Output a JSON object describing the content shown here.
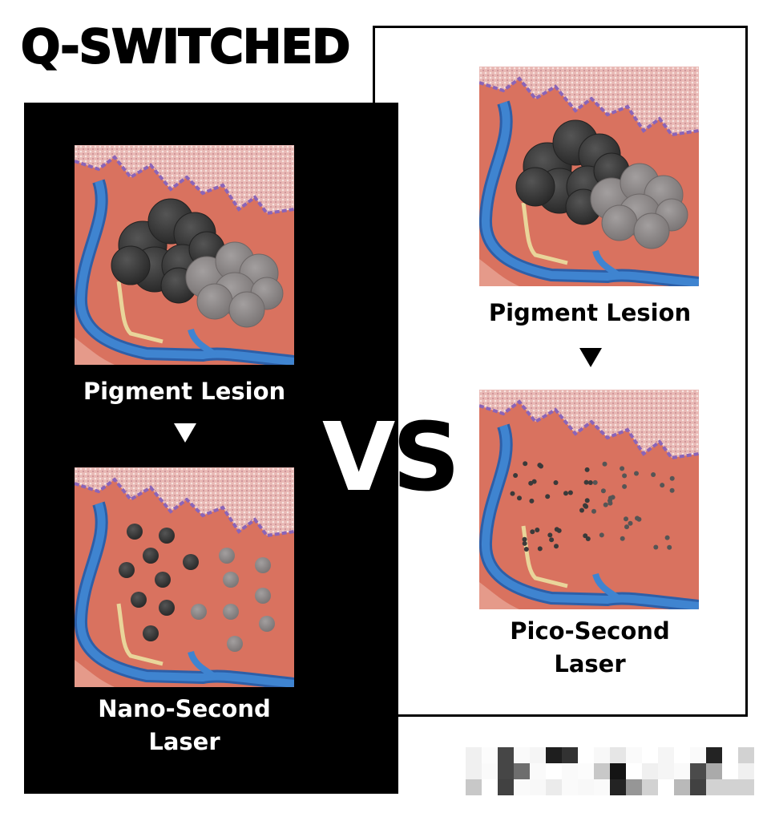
{
  "title": "Q-SWITCHED",
  "vs": {
    "v": "V",
    "s": "S"
  },
  "left": {
    "before_label": "Pigment Lesion",
    "after_label_line1": "Nano-Second",
    "after_label_line2": "Laser",
    "arrow_icon": "down-triangle-icon"
  },
  "right": {
    "before_label": "Pigment Lesion",
    "after_label_line1": "Pico-Second",
    "after_label_line2": "Laser",
    "arrow_icon": "down-triangle-icon"
  },
  "colors": {
    "skin": "#d9725f",
    "vessel": "#3f84d0",
    "pigment_dark": "#3a3a3a",
    "pigment_light": "#8d8888"
  }
}
